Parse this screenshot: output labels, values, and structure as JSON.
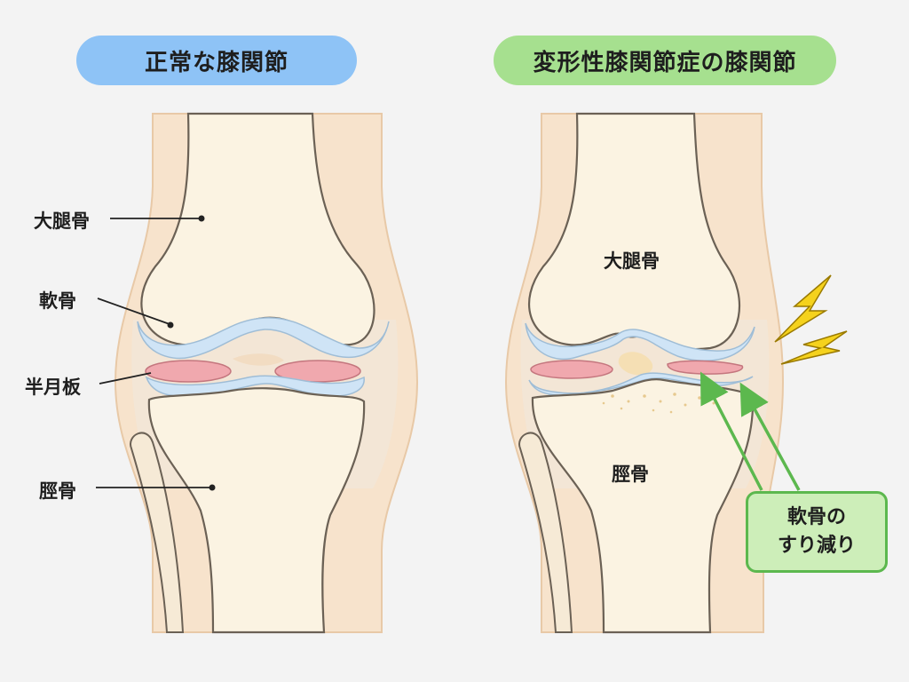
{
  "titles": {
    "normal": "正常な膝関節",
    "oa": "変形性膝関節症の膝関節"
  },
  "labels": {
    "femur": "大腿骨",
    "cartilage": "軟骨",
    "meniscus": "半月板",
    "tibia": "脛骨"
  },
  "callout": {
    "line1": "軟骨の",
    "line2": "すり減り"
  },
  "colors": {
    "background": "#f3f3f3",
    "skin": "#f7e3cc",
    "bone": "#fbf3e2",
    "cartilage": "#cfe4f6",
    "meniscus": "#f0a8ae",
    "title_normal": "#8ec3f6",
    "title_oa": "#a6e08f",
    "arrow": "#5cb84e",
    "lightning": "#f5d21d"
  },
  "icons": [
    "lightning-bolt-icon",
    "pointer-dot-icon",
    "arrow-icon"
  ]
}
